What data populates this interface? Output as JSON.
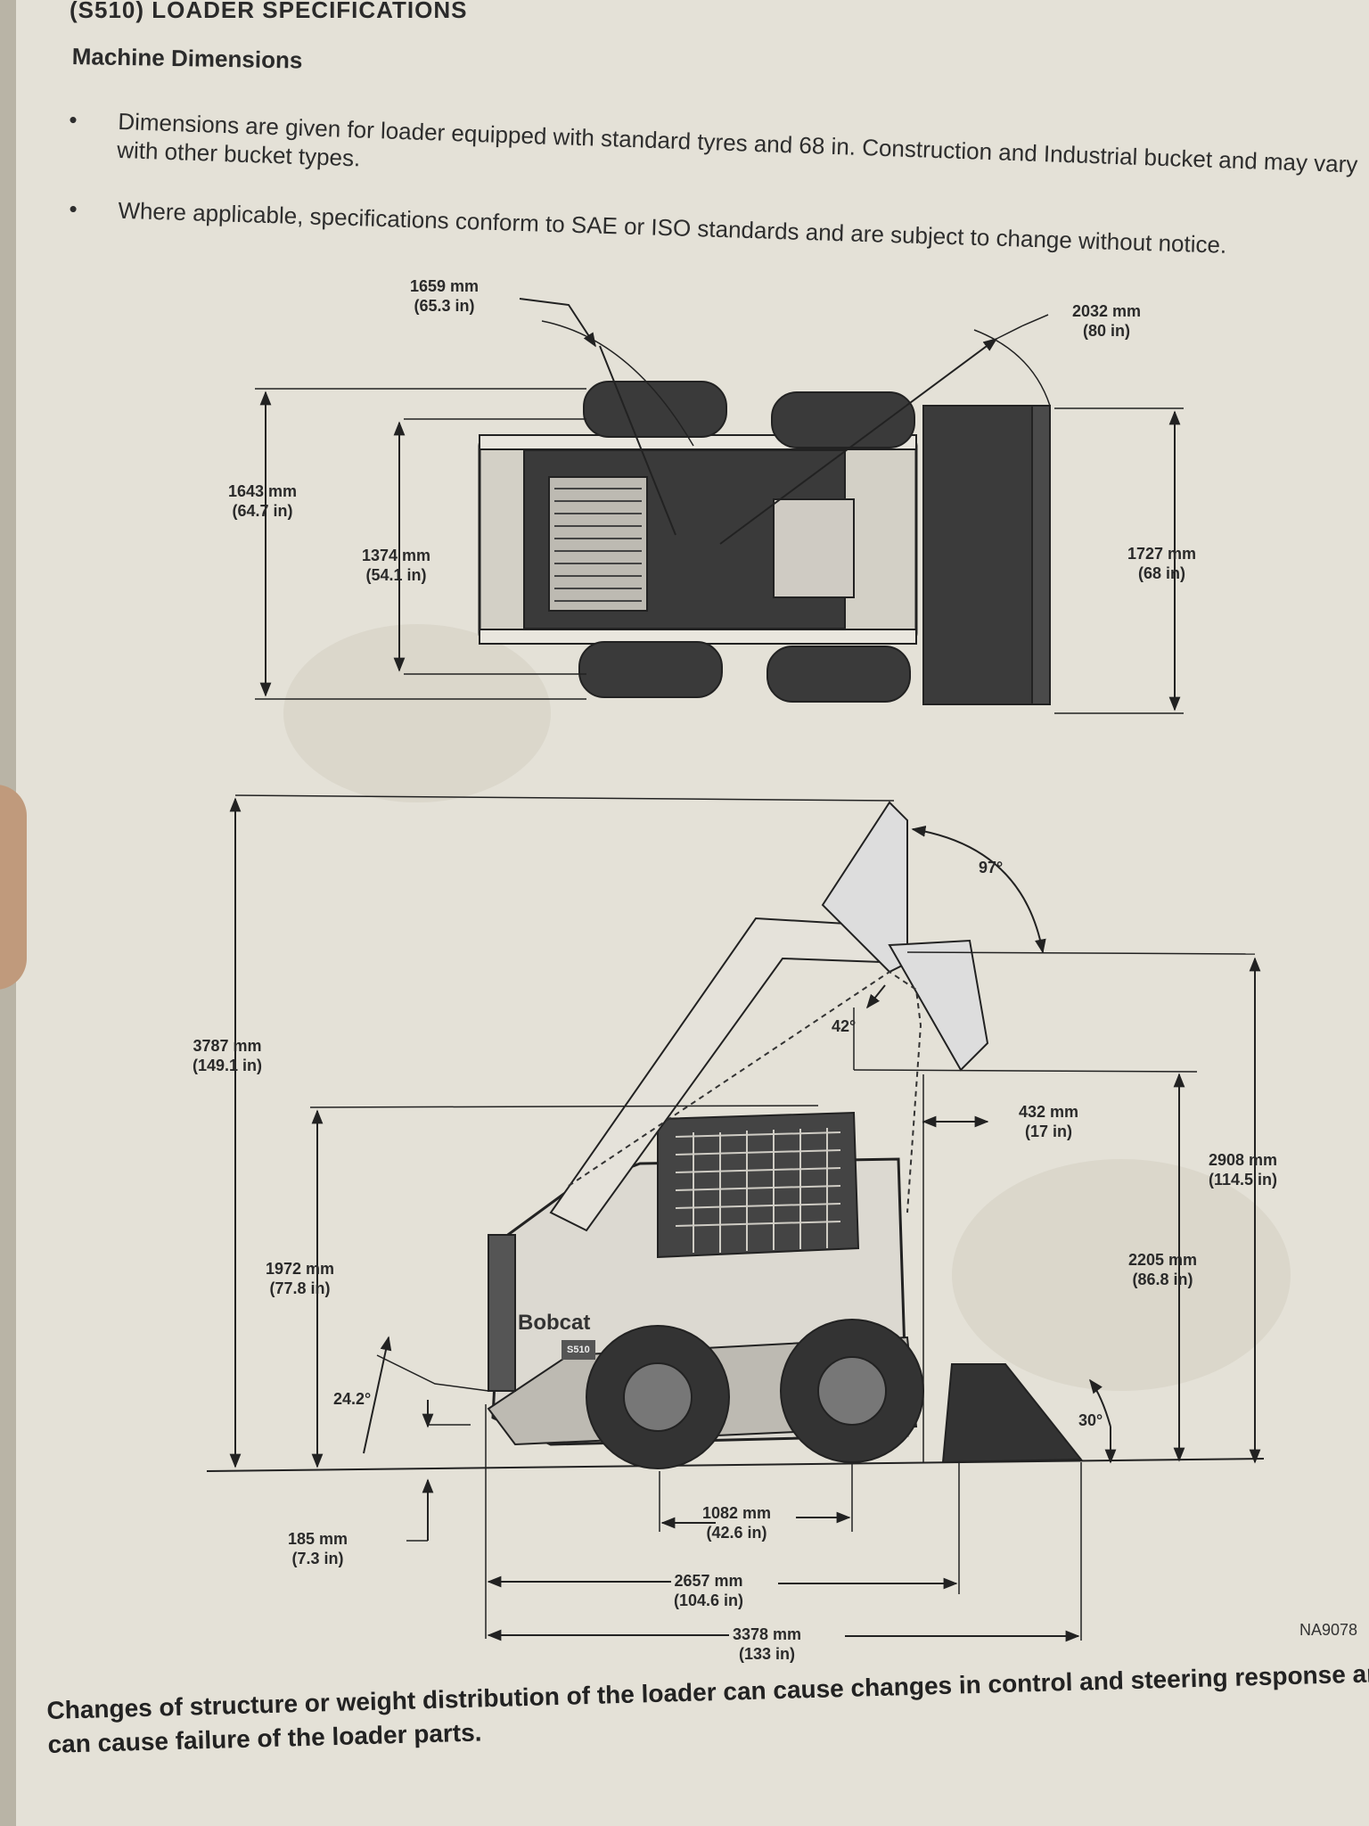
{
  "header": {
    "section_title": "(S510) LOADER SPECIFICATIONS",
    "sub_title": "Machine Dimensions"
  },
  "bullets": [
    "Dimensions are given for loader equipped with standard tyres and 68 in. Construction and Industrial bucket and may vary with other bucket types.",
    "Where applicable, specifications conform to SAE or ISO standards and are subject to change without notice."
  ],
  "bullet_marker": "•",
  "top_view_dims": {
    "turn_radius_front": [
      "1659 mm",
      "(65.3 in)"
    ],
    "turn_radius_bucket": [
      "2032 mm",
      "(80 in)"
    ],
    "overall_width": [
      "1643 mm",
      "(64.7 in)"
    ],
    "tread_width": [
      "1374 mm",
      "(54.1 in)"
    ],
    "bucket_width": [
      "1727 mm",
      "(68 in)"
    ]
  },
  "side_view_dims": {
    "overall_height_raised": [
      "3787 mm",
      "(149.1 in)"
    ],
    "dump_angle_full": "97°",
    "dump_angle_max": "42°",
    "dump_reach": [
      "432 mm",
      "(17 in)"
    ],
    "height_to_pin": [
      "2908 mm",
      "(114.5 in)"
    ],
    "dump_height": [
      "2205 mm",
      "(86.8 in)"
    ],
    "cab_height": [
      "1972 mm",
      "(77.8 in)"
    ],
    "departure_angle": "24.2°",
    "rollback_angle": "30°",
    "ground_clearance": [
      "185 mm",
      "(7.3 in)"
    ],
    "wheelbase": [
      "1082 mm",
      "(42.6 in)"
    ],
    "length_no_bucket": [
      "2657 mm",
      "(104.6 in)"
    ],
    "length_with_bucket": [
      "3378 mm",
      "(133 in)"
    ]
  },
  "brand": {
    "logo_text": "Bobcat",
    "model": "S510"
  },
  "figure_ref": "NA9078",
  "warning": "Changes of structure or weight distribution of the loader can cause changes in control and steering response and can cause failure of the loader parts."
}
